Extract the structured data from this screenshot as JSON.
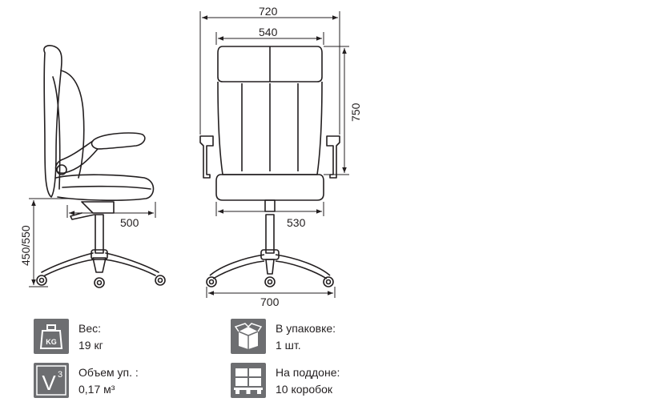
{
  "dimensions": {
    "total_width": "720",
    "seat_back_width": "540",
    "back_height": "750",
    "seat_height": "450/550",
    "seat_depth": "500",
    "seat_width": "530",
    "base_diameter": "700"
  },
  "specs": {
    "weight": {
      "label": "Вес:",
      "value": "19 кг",
      "icon": "weight-kg-icon",
      "icon_text": "KG"
    },
    "volume": {
      "label": "Объем уп. :",
      "value": "0,17 м³",
      "icon": "volume-v3-icon",
      "icon_text": "V",
      "icon_sup": "3"
    },
    "package": {
      "label": "В упаковке:",
      "value": "1 шт.",
      "icon": "box-icon"
    },
    "pallet": {
      "label": "На поддоне:",
      "value": "10 коробок",
      "icon": "pallet-icon"
    }
  },
  "colors": {
    "line": "#231f20",
    "icon_bg": "#6d6e71",
    "icon_fg": "#ffffff"
  }
}
